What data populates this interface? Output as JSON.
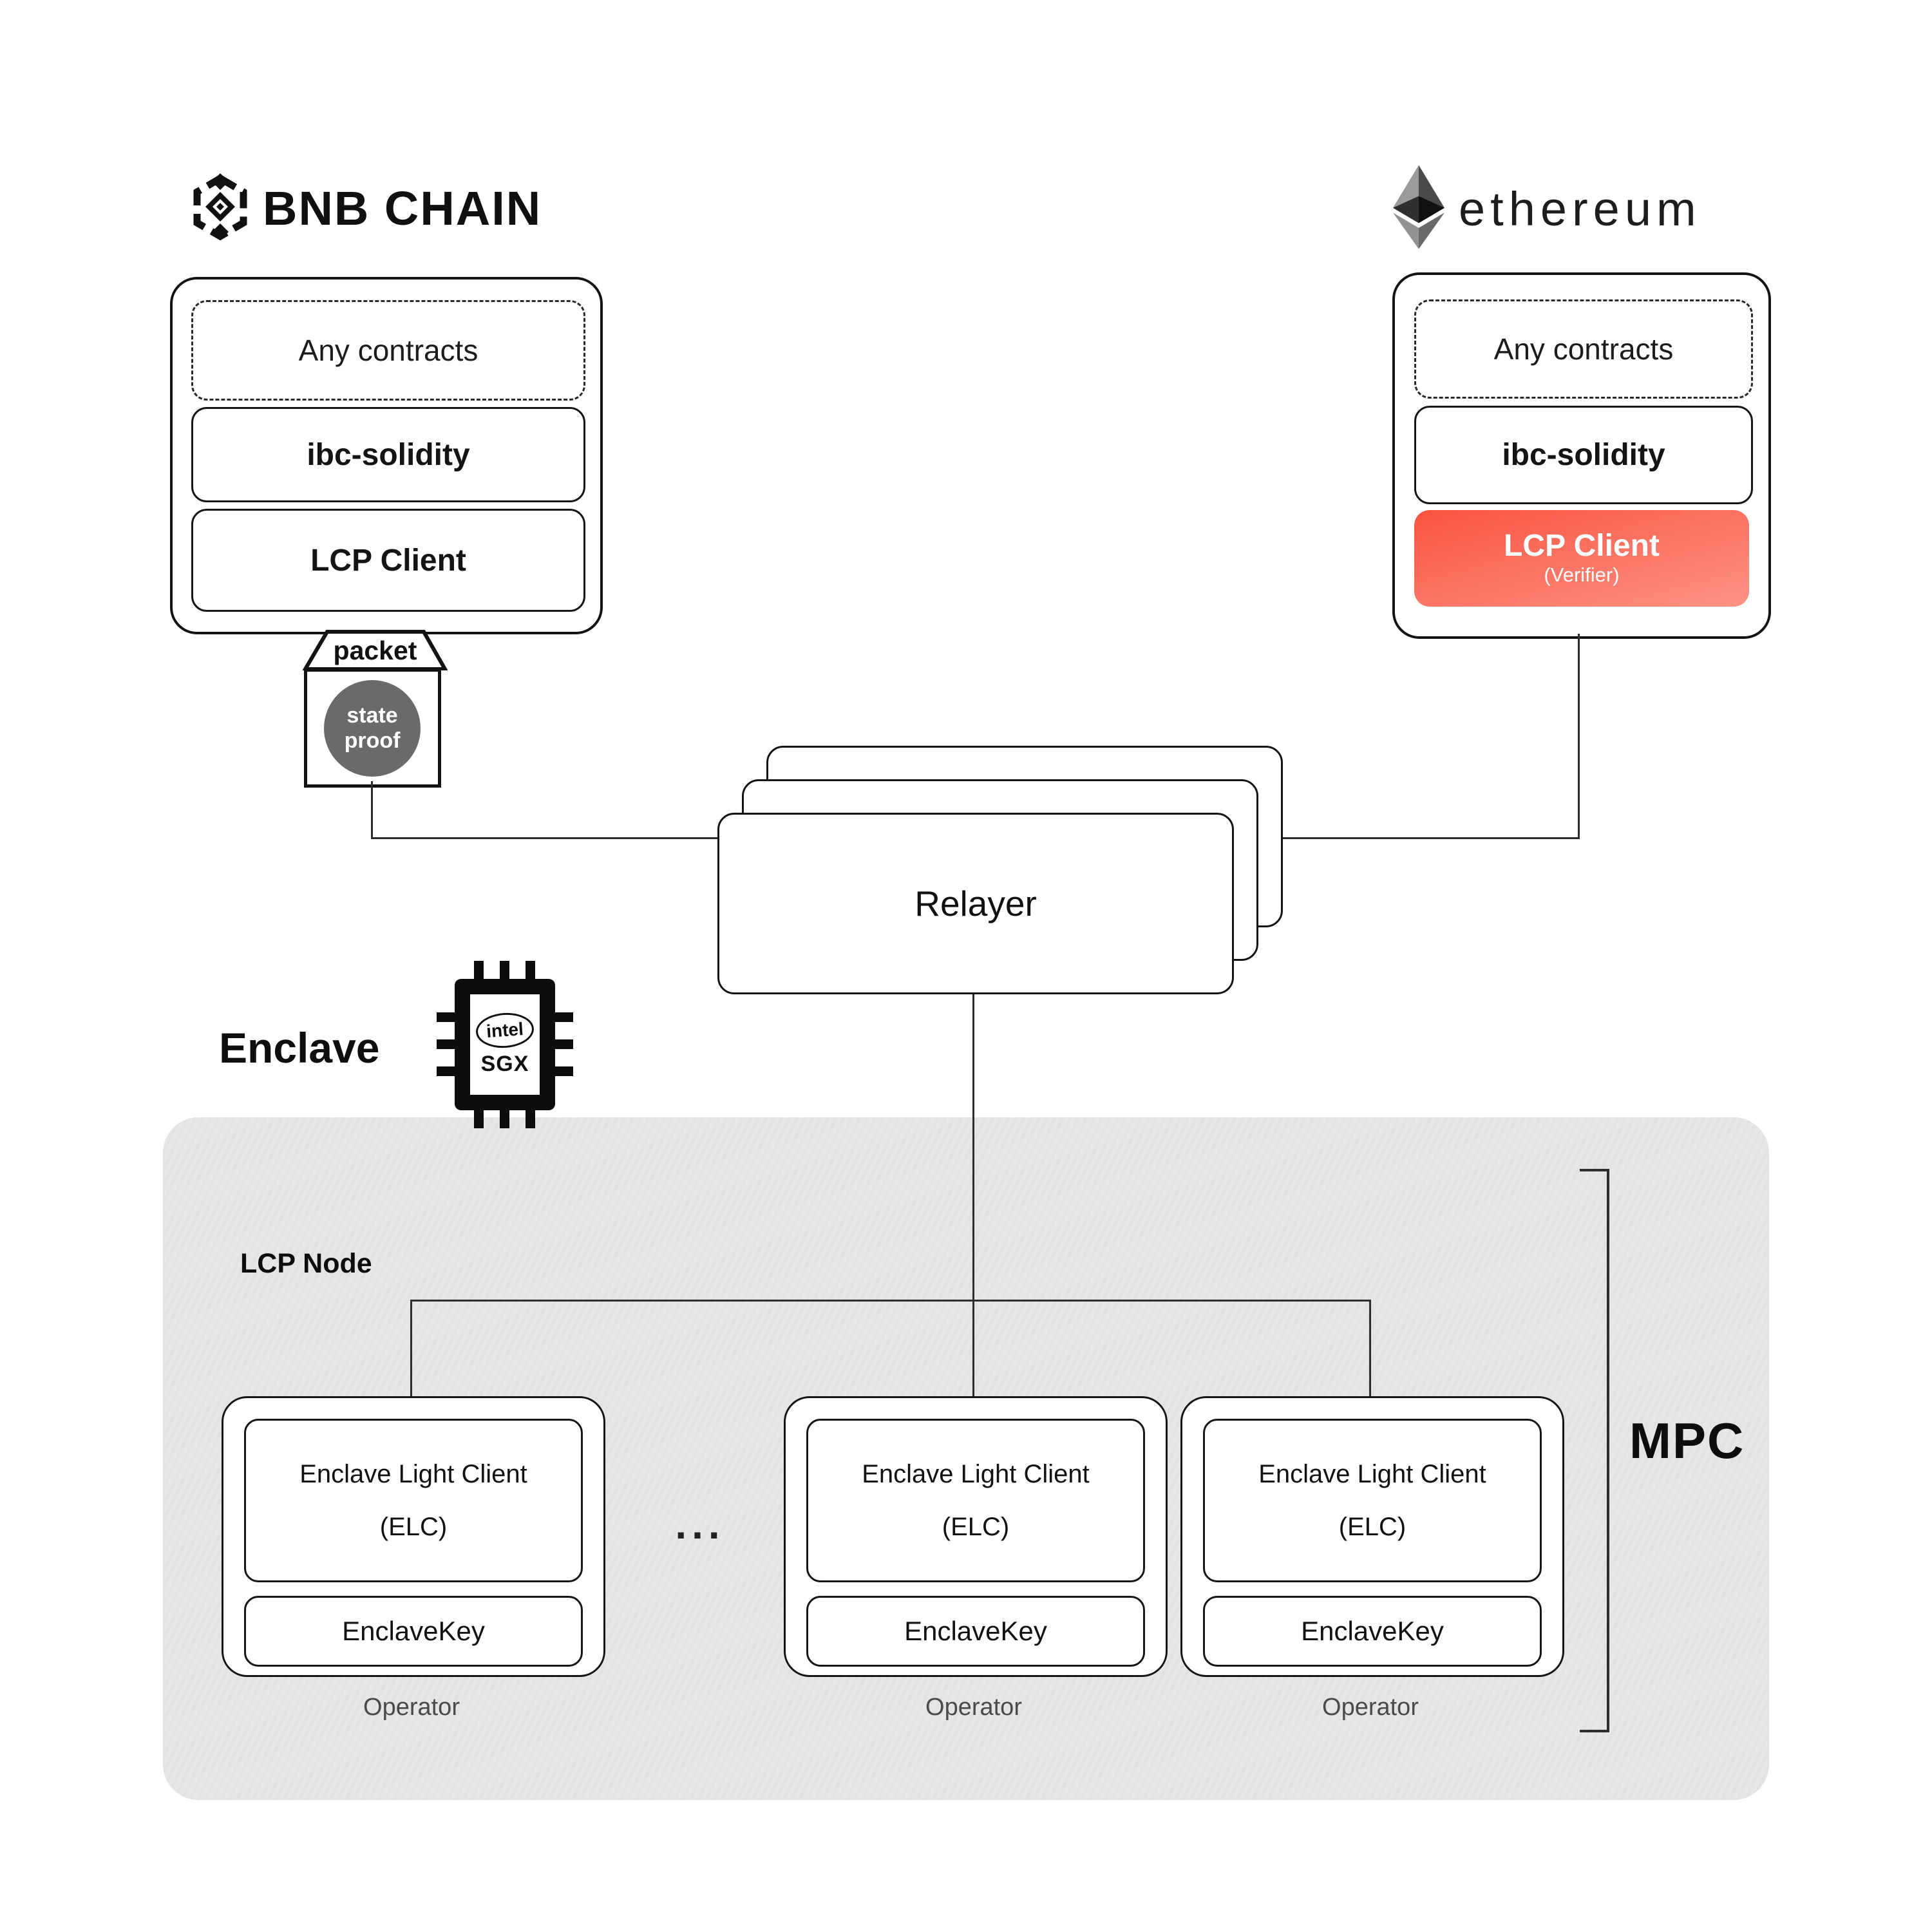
{
  "left_chain": {
    "brand": "BNB CHAIN",
    "stack": {
      "any_contracts": "Any contracts",
      "ibc": "ibc-solidity",
      "lcp": "LCP Client"
    }
  },
  "right_chain": {
    "brand": "ethereum",
    "stack": {
      "any_contracts": "Any contracts",
      "ibc": "ibc-solidity",
      "lcp": "LCP Client",
      "lcp_sub": "(Verifier)"
    }
  },
  "packet": {
    "label": "packet",
    "proof_line1": "state",
    "proof_line2": "proof"
  },
  "relayer": {
    "label": "Relayer"
  },
  "enclave": {
    "label": "Enclave",
    "chip_brand": "intel",
    "chip_tech": "SGX"
  },
  "lcp_node": {
    "label": "LCP Node",
    "ellipsis": "...",
    "mpc": "MPC",
    "operators": [
      {
        "elc_line1": "Enclave Light Client",
        "elc_line2": "(ELC)",
        "key": "EnclaveKey",
        "label": "Operator"
      },
      {
        "elc_line1": "Enclave Light Client",
        "elc_line2": "(ELC)",
        "key": "EnclaveKey",
        "label": "Operator"
      },
      {
        "elc_line1": "Enclave Light Client",
        "elc_line2": "(ELC)",
        "key": "EnclaveKey",
        "label": "Operator"
      }
    ]
  },
  "colors": {
    "accent_red_start": "#f9523f",
    "accent_red_end": "#fc9283",
    "panel_gray": "#e6e6e6",
    "proof_circle_gray": "#6a6a6a",
    "line_color": "#2d2d2d"
  }
}
